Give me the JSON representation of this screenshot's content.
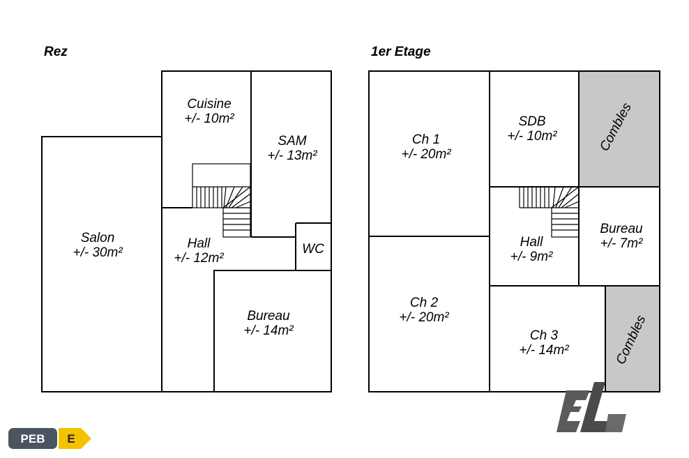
{
  "plans": {
    "ground": {
      "title": "Rez",
      "rooms": {
        "cuisine": {
          "name": "Cuisine",
          "area": "+/- 10m²"
        },
        "sam": {
          "name": "SAM",
          "area": "+/- 13m²"
        },
        "salon": {
          "name": "Salon",
          "area": "+/- 30m²"
        },
        "hall": {
          "name": "Hall",
          "area": "+/- 12m²"
        },
        "wc": {
          "name": "WC"
        },
        "bureau": {
          "name": "Bureau",
          "area": "+/- 14m²"
        }
      }
    },
    "first": {
      "title": "1er Etage",
      "rooms": {
        "ch1": {
          "name": "Ch 1",
          "area": "+/- 20m²"
        },
        "sdb": {
          "name": "SDB",
          "area": "+/- 10m²"
        },
        "combles_top": {
          "name": "Combles"
        },
        "hall": {
          "name": "Hall",
          "area": "+/- 9m²"
        },
        "bureau": {
          "name": "Bureau",
          "area": "+/- 7m²"
        },
        "ch2": {
          "name": "Ch 2",
          "area": "+/- 20m²"
        },
        "ch3": {
          "name": "Ch 3",
          "area": "+/- 14m²"
        },
        "combles_bottom": {
          "name": "Combles"
        }
      }
    }
  },
  "badges": {
    "peb": {
      "label": "PEB",
      "grade": "E",
      "label_color": "#4a5560",
      "grade_color": "#f3c200"
    },
    "logo": {
      "text": "EL",
      "color": "#5a5a5a"
    }
  },
  "colors": {
    "attic": "#c8c8c8",
    "walls": "#000000"
  }
}
